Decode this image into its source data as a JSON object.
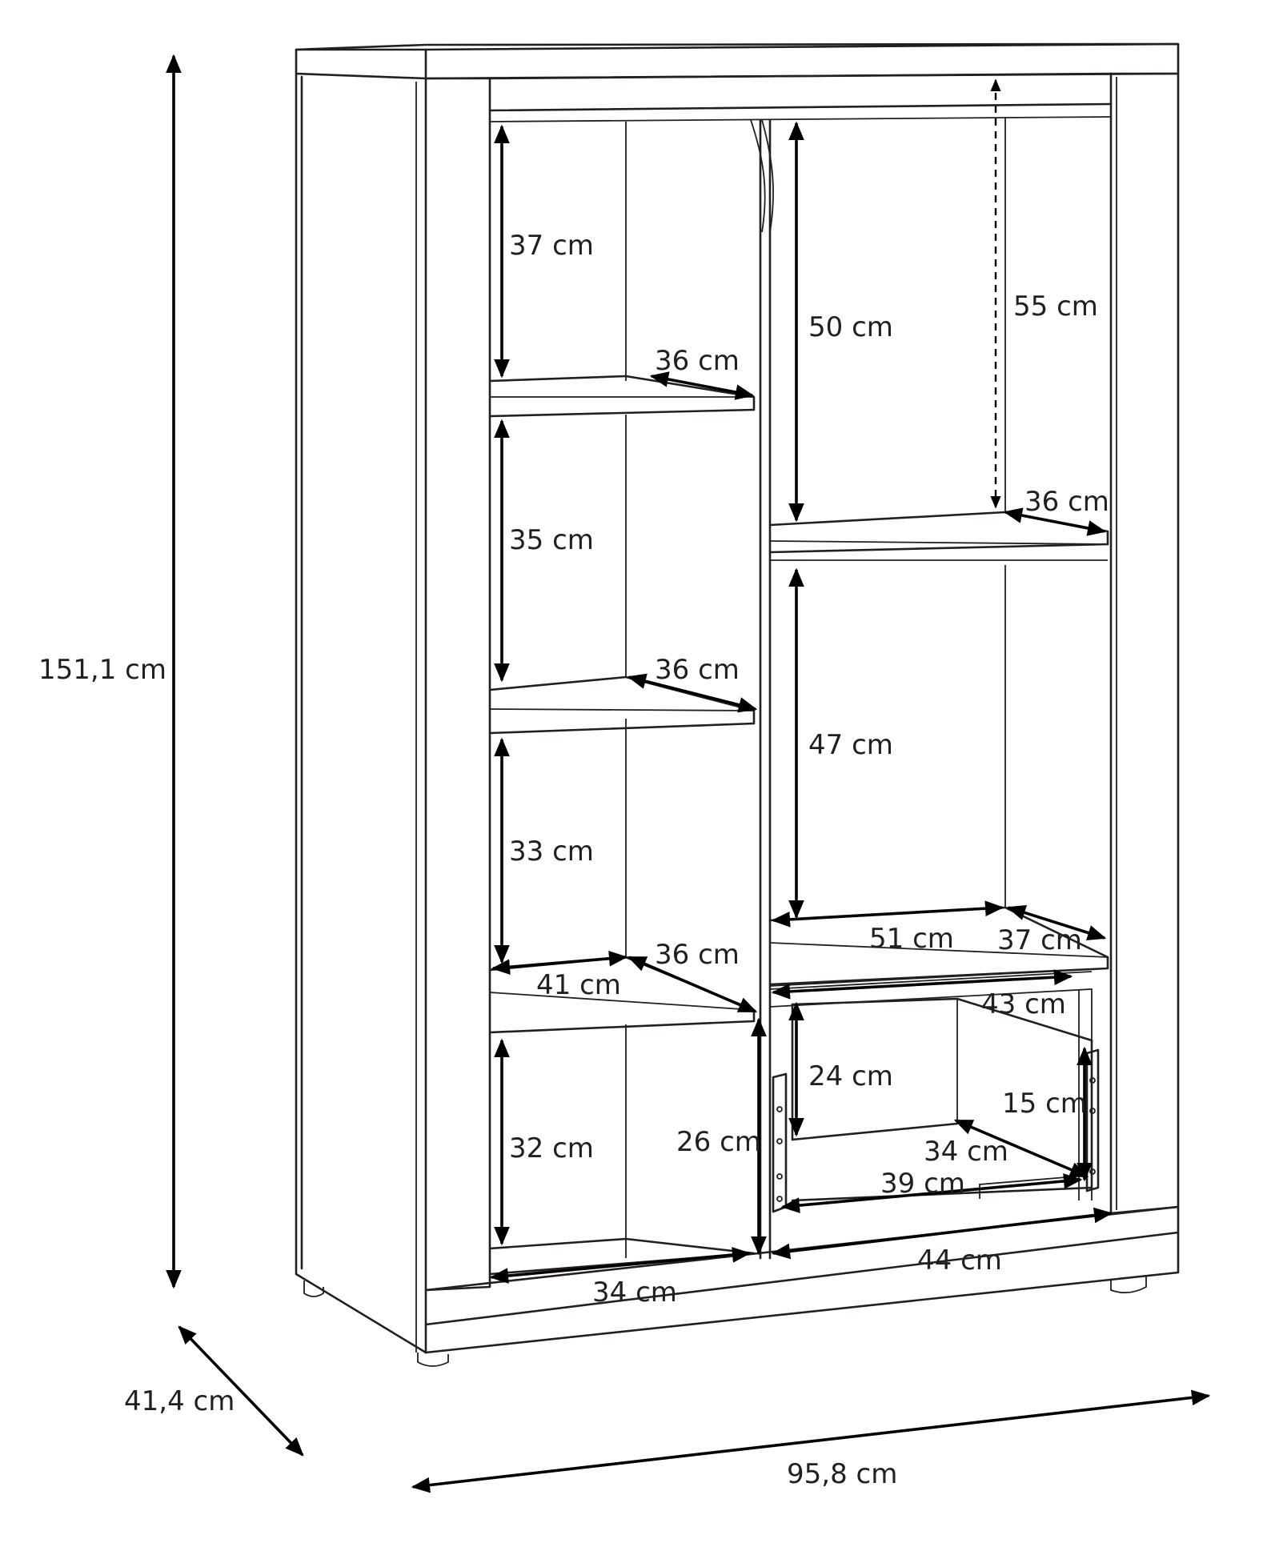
{
  "dimensions": {
    "overall_height": "151,1 cm",
    "overall_depth": "41,4 cm",
    "overall_width": "95,8 cm",
    "left_1_height": "37 cm",
    "left_1_depth": "36 cm",
    "left_2_height": "35 cm",
    "left_2_depth": "36 cm",
    "left_3_height": "33 cm",
    "left_3_width": "41 cm",
    "left_3_depth": "36 cm",
    "left_4_height": "32 cm",
    "left_4_width": "34 cm",
    "left_door_height": "26 cm",
    "right_1_height": "50 cm",
    "right_1_total_height": "55 cm",
    "right_1_depth": "36 cm",
    "right_2_height": "47 cm",
    "right_2_width": "51 cm",
    "right_2_depth": "37 cm",
    "drawer_outer_width": "43 cm",
    "drawer_height": "24 cm",
    "drawer_inner_height": "15 cm",
    "drawer_depth": "34 cm",
    "drawer_width": "39 cm",
    "bottom_right_width": "44 cm"
  }
}
